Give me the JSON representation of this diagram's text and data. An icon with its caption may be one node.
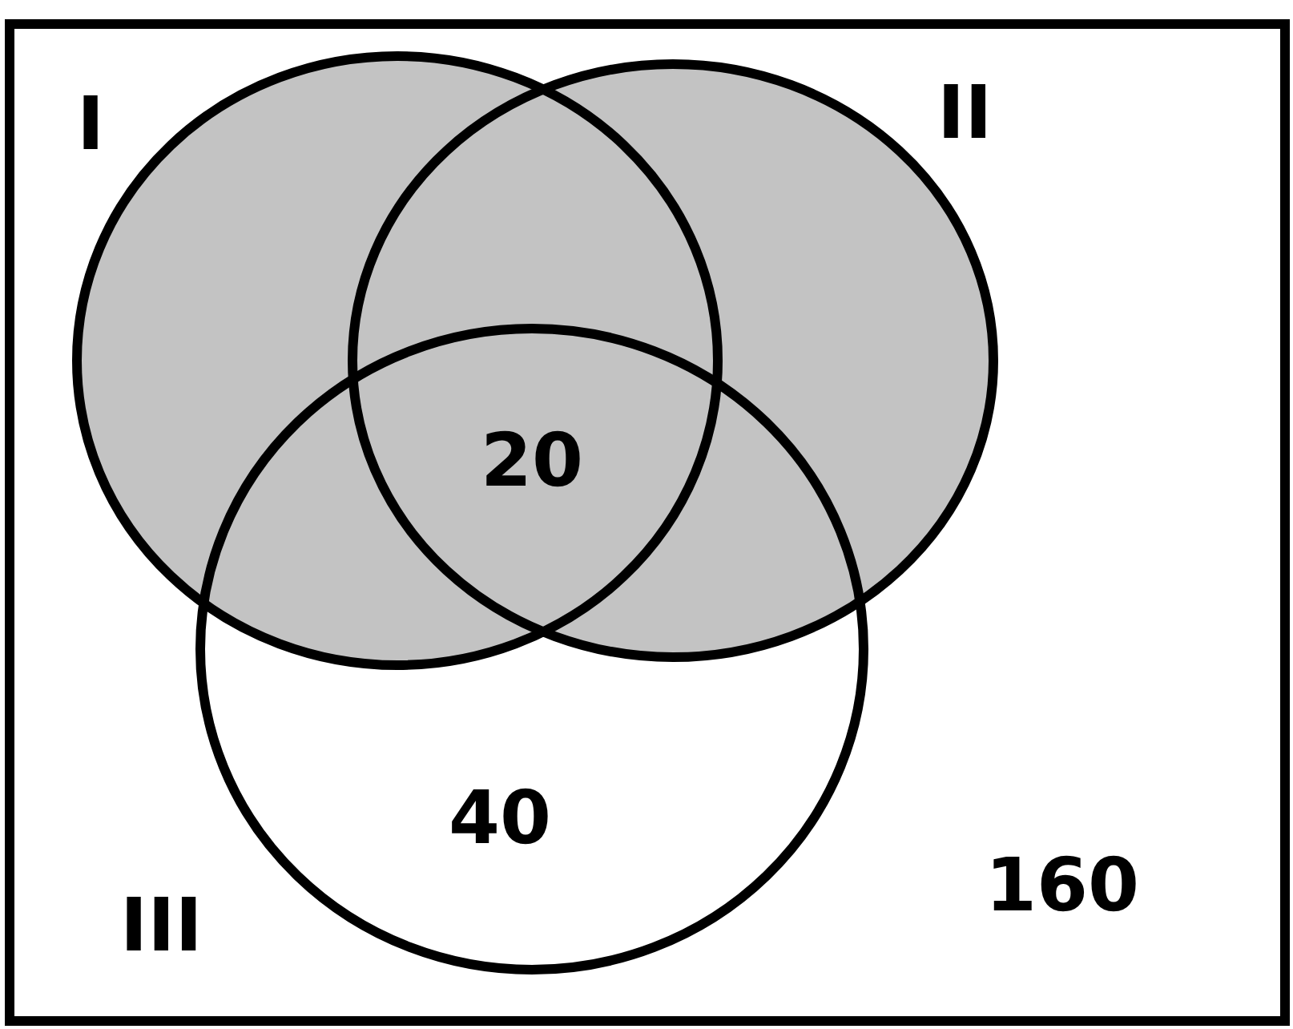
{
  "diagram": {
    "nodes": [
      {
        "text": [],
        "shape": "box"
      },
      {
        "text": [
          "I"
        ],
        "in": 0
      },
      {
        "text": [
          "II"
        ],
        "in": 0
      },
      {
        "text": [
          "III",
          "40"
        ],
        "in": 0
      }
    ],
    "labels": [
      "20",
      "160"
    ]
  }
}
